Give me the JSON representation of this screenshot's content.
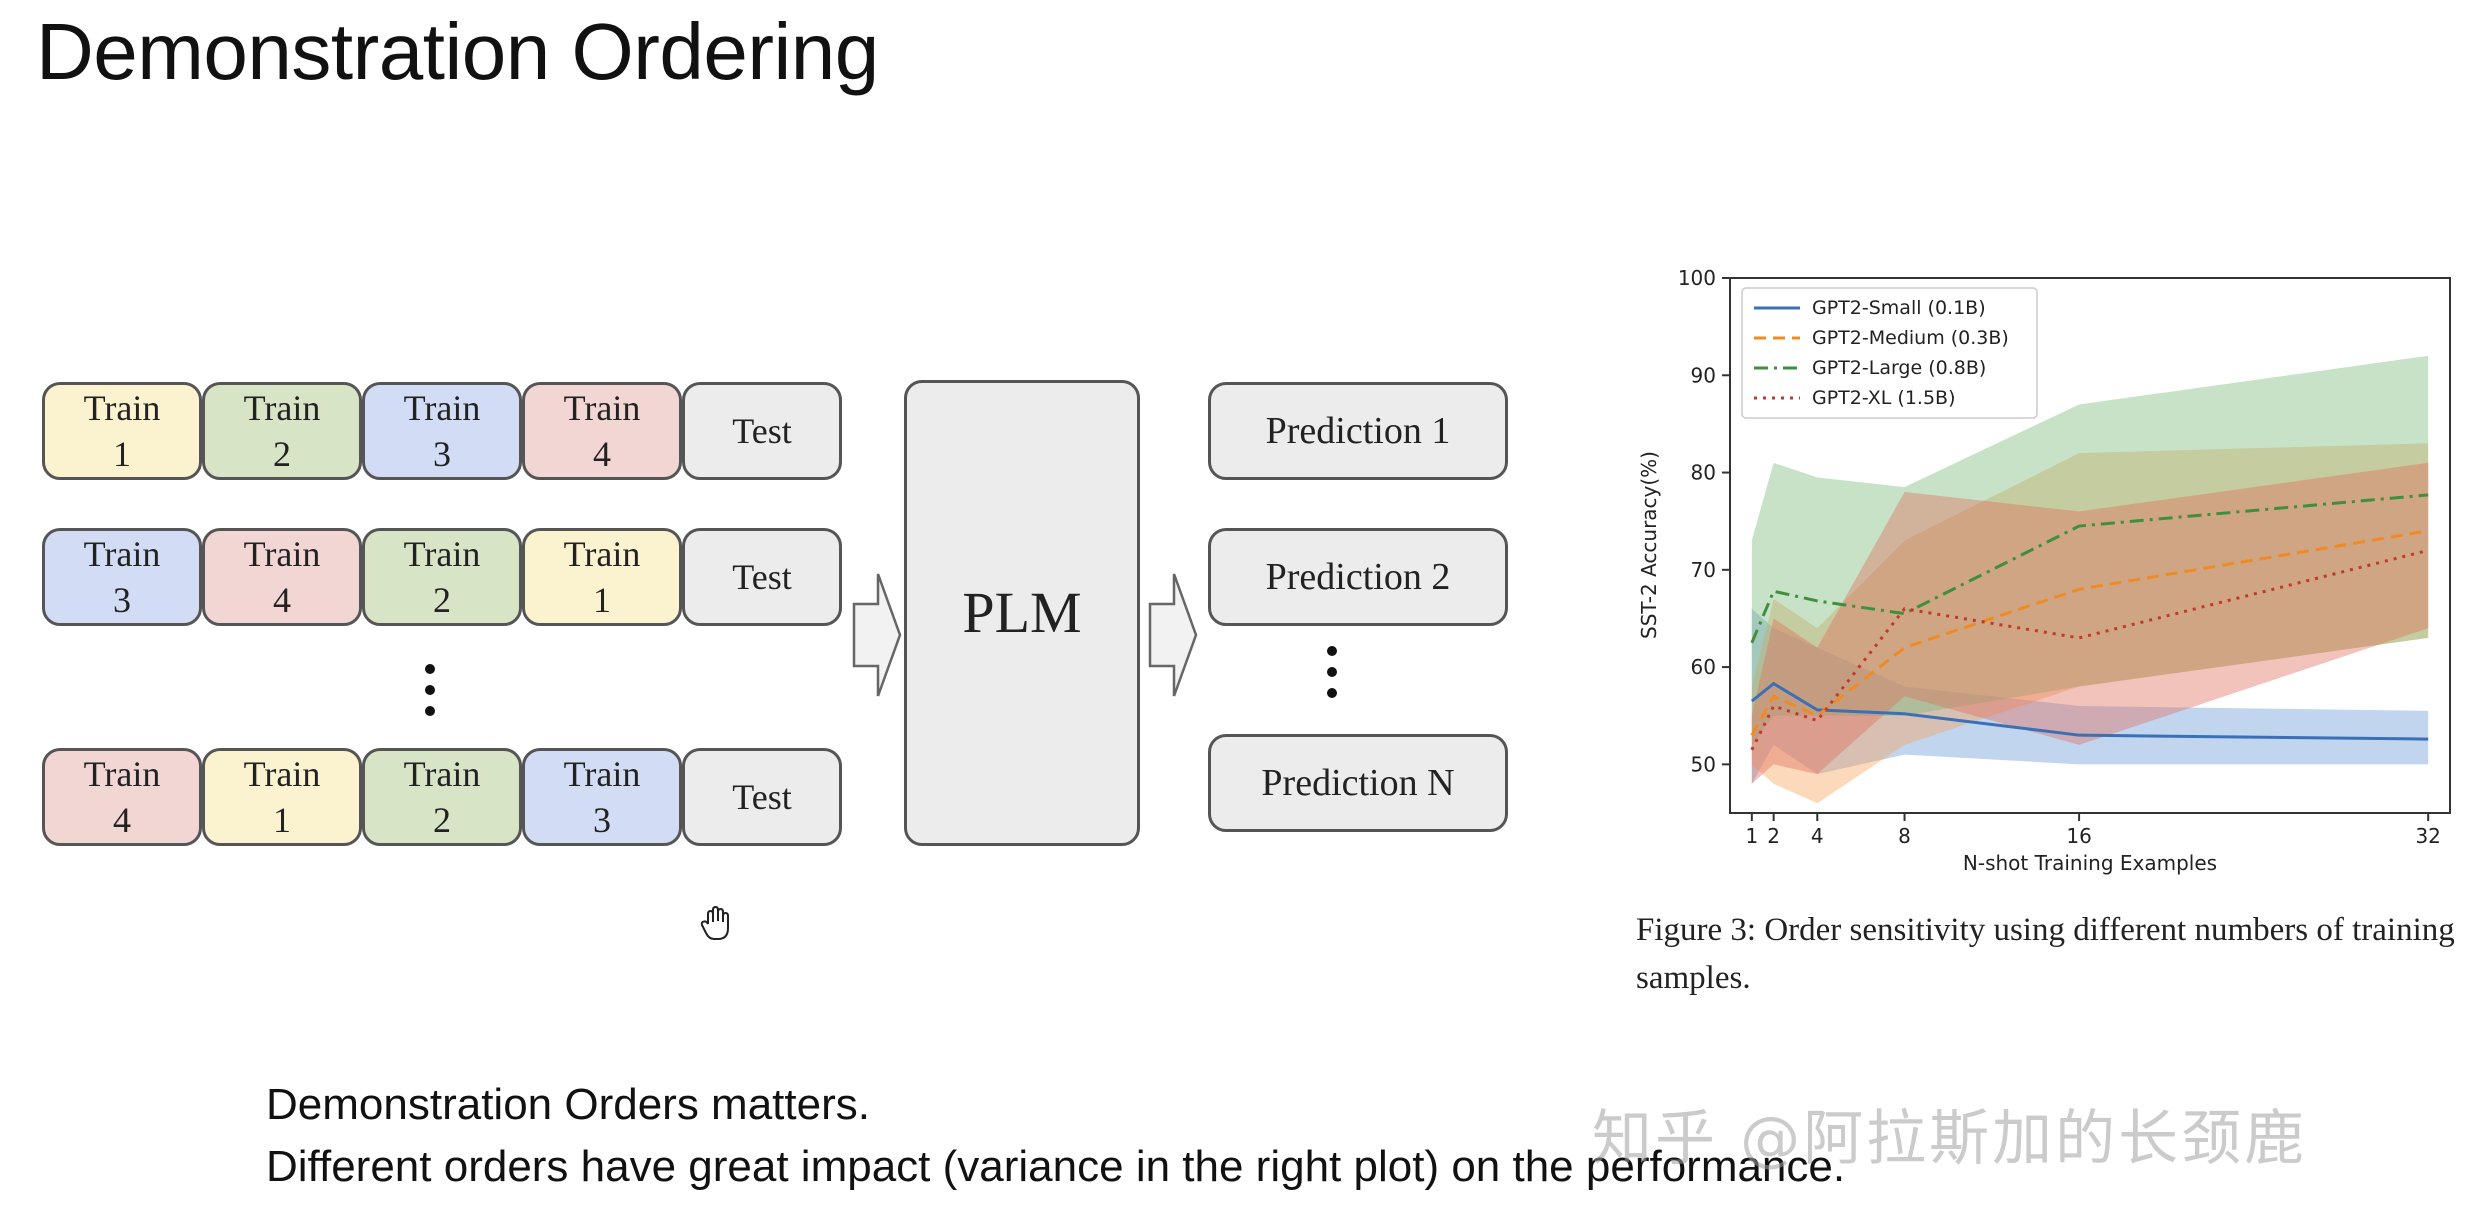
{
  "slide": {
    "title": "Demonstration Ordering",
    "bottom_line_1": "Demonstration Orders matters.",
    "bottom_line_2": "Different orders have great impact (variance in the right plot) on the performance.",
    "watermark": "知乎 @阿拉斯加的长颈鹿"
  },
  "diagram": {
    "rows": [
      {
        "cells": [
          {
            "line1": "Train",
            "line2": "1",
            "color": "yellow"
          },
          {
            "line1": "Train",
            "line2": "2",
            "color": "green"
          },
          {
            "line1": "Train",
            "line2": "3",
            "color": "blue"
          },
          {
            "line1": "Train",
            "line2": "4",
            "color": "red"
          }
        ],
        "test": "Test"
      },
      {
        "cells": [
          {
            "line1": "Train",
            "line2": "3",
            "color": "blue"
          },
          {
            "line1": "Train",
            "line2": "4",
            "color": "red"
          },
          {
            "line1": "Train",
            "line2": "2",
            "color": "green"
          },
          {
            "line1": "Train",
            "line2": "1",
            "color": "yellow"
          }
        ],
        "test": "Test"
      },
      {
        "cells": [
          {
            "line1": "Train",
            "line2": "4",
            "color": "red"
          },
          {
            "line1": "Train",
            "line2": "1",
            "color": "yellow"
          },
          {
            "line1": "Train",
            "line2": "2",
            "color": "green"
          },
          {
            "line1": "Train",
            "line2": "3",
            "color": "blue"
          }
        ],
        "test": "Test"
      }
    ],
    "model": "PLM",
    "predictions": [
      "Prediction 1",
      "Prediction 2",
      "Prediction N"
    ]
  },
  "figure_caption": "Figure 3: Order sensitivity using different numbers of training samples.",
  "chart_data": {
    "type": "line",
    "xlabel": "N-shot Training Examples",
    "ylabel": "SST-2 Accuracy(%)",
    "xlim": [
      0,
      33
    ],
    "ylim": [
      45,
      100
    ],
    "xticks": [
      1,
      2,
      4,
      8,
      16,
      32
    ],
    "yticks": [
      50,
      60,
      70,
      80,
      90,
      100
    ],
    "grid": false,
    "legend_position": "top-left",
    "series": [
      {
        "name": "GPT2-Small (0.1B)",
        "color": "#3b6fb6",
        "style": "solid",
        "band_color": "#6b9bd9",
        "x": [
          1,
          2,
          4,
          8,
          16,
          32
        ],
        "y": [
          56.5,
          58.3,
          55.6,
          55.2,
          53.0,
          52.6
        ],
        "lower": [
          48,
          52,
          49,
          51,
          50,
          50
        ],
        "upper": [
          66,
          64,
          62,
          58,
          56,
          55.5
        ]
      },
      {
        "name": "GPT2-Medium (0.3B)",
        "color": "#f08a24",
        "style": "dashed",
        "band_color": "#f5a55a",
        "x": [
          1,
          2,
          4,
          8,
          16,
          32
        ],
        "y": [
          53,
          57,
          55,
          62,
          68,
          74
        ],
        "lower": [
          50,
          48,
          46,
          52,
          58,
          63
        ],
        "upper": [
          58,
          67,
          64,
          73,
          82,
          83
        ]
      },
      {
        "name": "GPT2-Large (0.8B)",
        "color": "#3f8f3f",
        "style": "dashdot",
        "band_color": "#79bb79",
        "x": [
          1,
          2,
          4,
          8,
          16,
          32
        ],
        "y": [
          62.5,
          67.8,
          66.8,
          65.5,
          74.5,
          77.7
        ],
        "lower": [
          52,
          55,
          55,
          55,
          58,
          63
        ],
        "upper": [
          73,
          81,
          79.5,
          78.5,
          87,
          92
        ]
      },
      {
        "name": "GPT2-XL (1.5B)",
        "color": "#c0392b",
        "style": "dotted",
        "band_color": "#e0705e",
        "x": [
          1,
          2,
          4,
          8,
          16,
          32
        ],
        "y": [
          51.5,
          56,
          54.5,
          66,
          63,
          72
        ],
        "lower": [
          48,
          50,
          49,
          57,
          52,
          64
        ],
        "upper": [
          55,
          65,
          62,
          78,
          76,
          81
        ]
      }
    ]
  }
}
